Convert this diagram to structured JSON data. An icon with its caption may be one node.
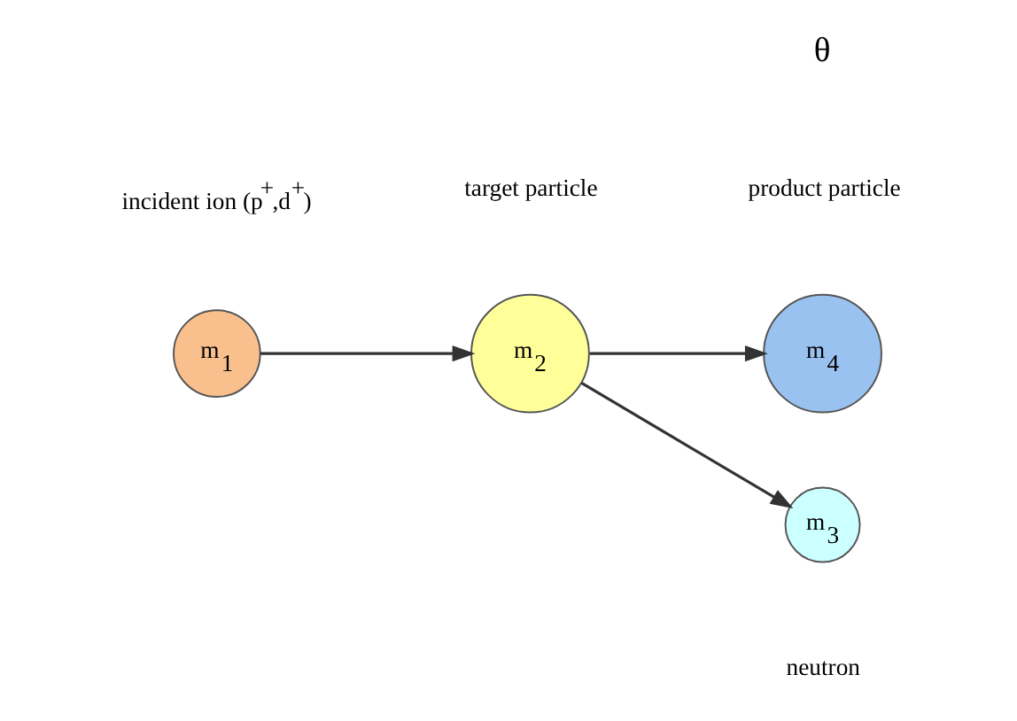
{
  "diagram": {
    "nodes": [
      {
        "text": [
          "m$_{1}$"
        ],
        "beside": [
          "incident ion (p$^{+}$,d$^{+}$)"
        ]
      },
      {
        "text": [
          "m$_{2}$"
        ],
        "beside": [
          "target particle"
        ]
      },
      {
        "text": [
          "m$_{4}$"
        ],
        "beside": [
          "product particle"
        ]
      },
      {
        "text": [
          "m$_{3}$"
        ],
        "beside": [
          "neutron"
        ]
      }
    ],
    "edges": [
      {
        "from": 0,
        "to": 1,
        "arrow": "to"
      },
      {
        "from": 1,
        "to": 2,
        "arrow": "to"
      },
      {
        "from": 1,
        "to": 3,
        "arrow": "to"
      }
    ],
    "labels": [
      "θ"
    ]
  }
}
